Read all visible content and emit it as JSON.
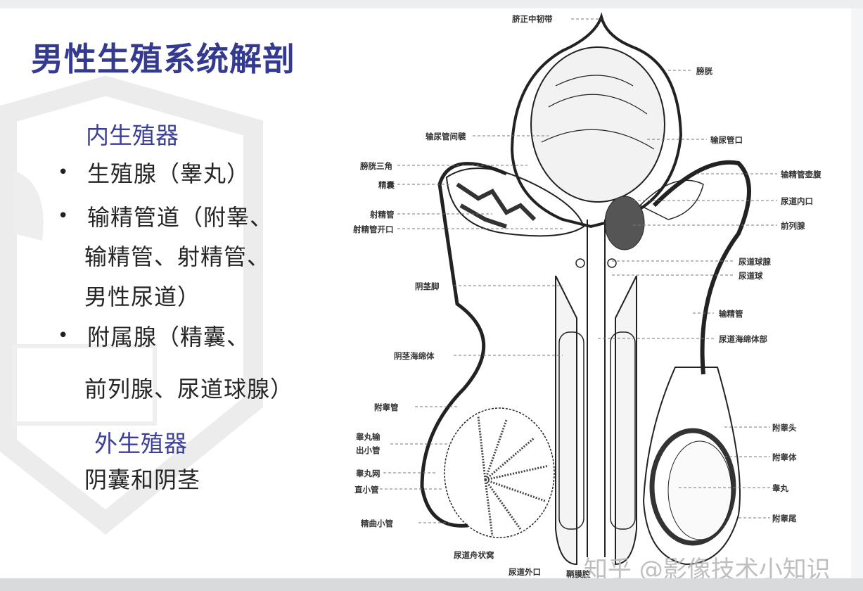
{
  "slide": {
    "title": "男性生殖系统解剖",
    "internal_heading": "内生殖器",
    "bullets": [
      {
        "lines": [
          "生殖腺（睾丸）"
        ]
      },
      {
        "lines": [
          "输精管道（附睾、",
          "输精管、射精管、",
          "男性尿道）"
        ]
      },
      {
        "lines": [
          "附属腺（精囊、",
          "前列腺、尿道球腺）"
        ]
      }
    ],
    "external_heading": "外生殖器",
    "external_text": "阴囊和阴茎",
    "bullet_glyph": "•",
    "colors": {
      "title": "#333a8f",
      "heading": "#3b3f9a",
      "body": "#262626"
    }
  },
  "diagram": {
    "labels": {
      "median_umbilical_ligament": "脐正中韧带",
      "bladder": "膀胱",
      "interureteric_fold": "输尿管间襞",
      "ureteric_orifice": "输尿管口",
      "trigone": "膀胱三角",
      "ampulla": "输精管壶腹",
      "seminal_vesicle": "精囊",
      "internal_urethral_orifice": "尿道内口",
      "ejaculatory_duct": "射精管",
      "ejaculatory_duct_opening": "射精管开口",
      "prostate": "前列腺",
      "bulbourethral_gland": "尿道球腺",
      "urethral_bulb": "尿道球",
      "crus_penis": "阴茎脚",
      "vas_deferens": "输精管",
      "spongy_urethra": "尿道海绵体部",
      "corpus_cavernosum": "阴茎海绵体",
      "epididymal_duct": "附睾管",
      "head_epididymis": "附睾头",
      "efferent_ductules_1": "睾丸输",
      "efferent_ductules_2": "出小管",
      "body_epididymis": "附睾体",
      "rete_testis": "睾丸网",
      "straight_tubules": "直小管",
      "testis": "睾丸",
      "tail_epididymis": "附睾尾",
      "seminiferous_tubules": "精曲小管",
      "navicular_fossa": "尿道舟状窝",
      "external_urethral_orifice": "尿道外口",
      "tunica_vaginalis_cavity": "鞘膜腔"
    }
  },
  "watermark": "知乎 @影像技术小知识"
}
